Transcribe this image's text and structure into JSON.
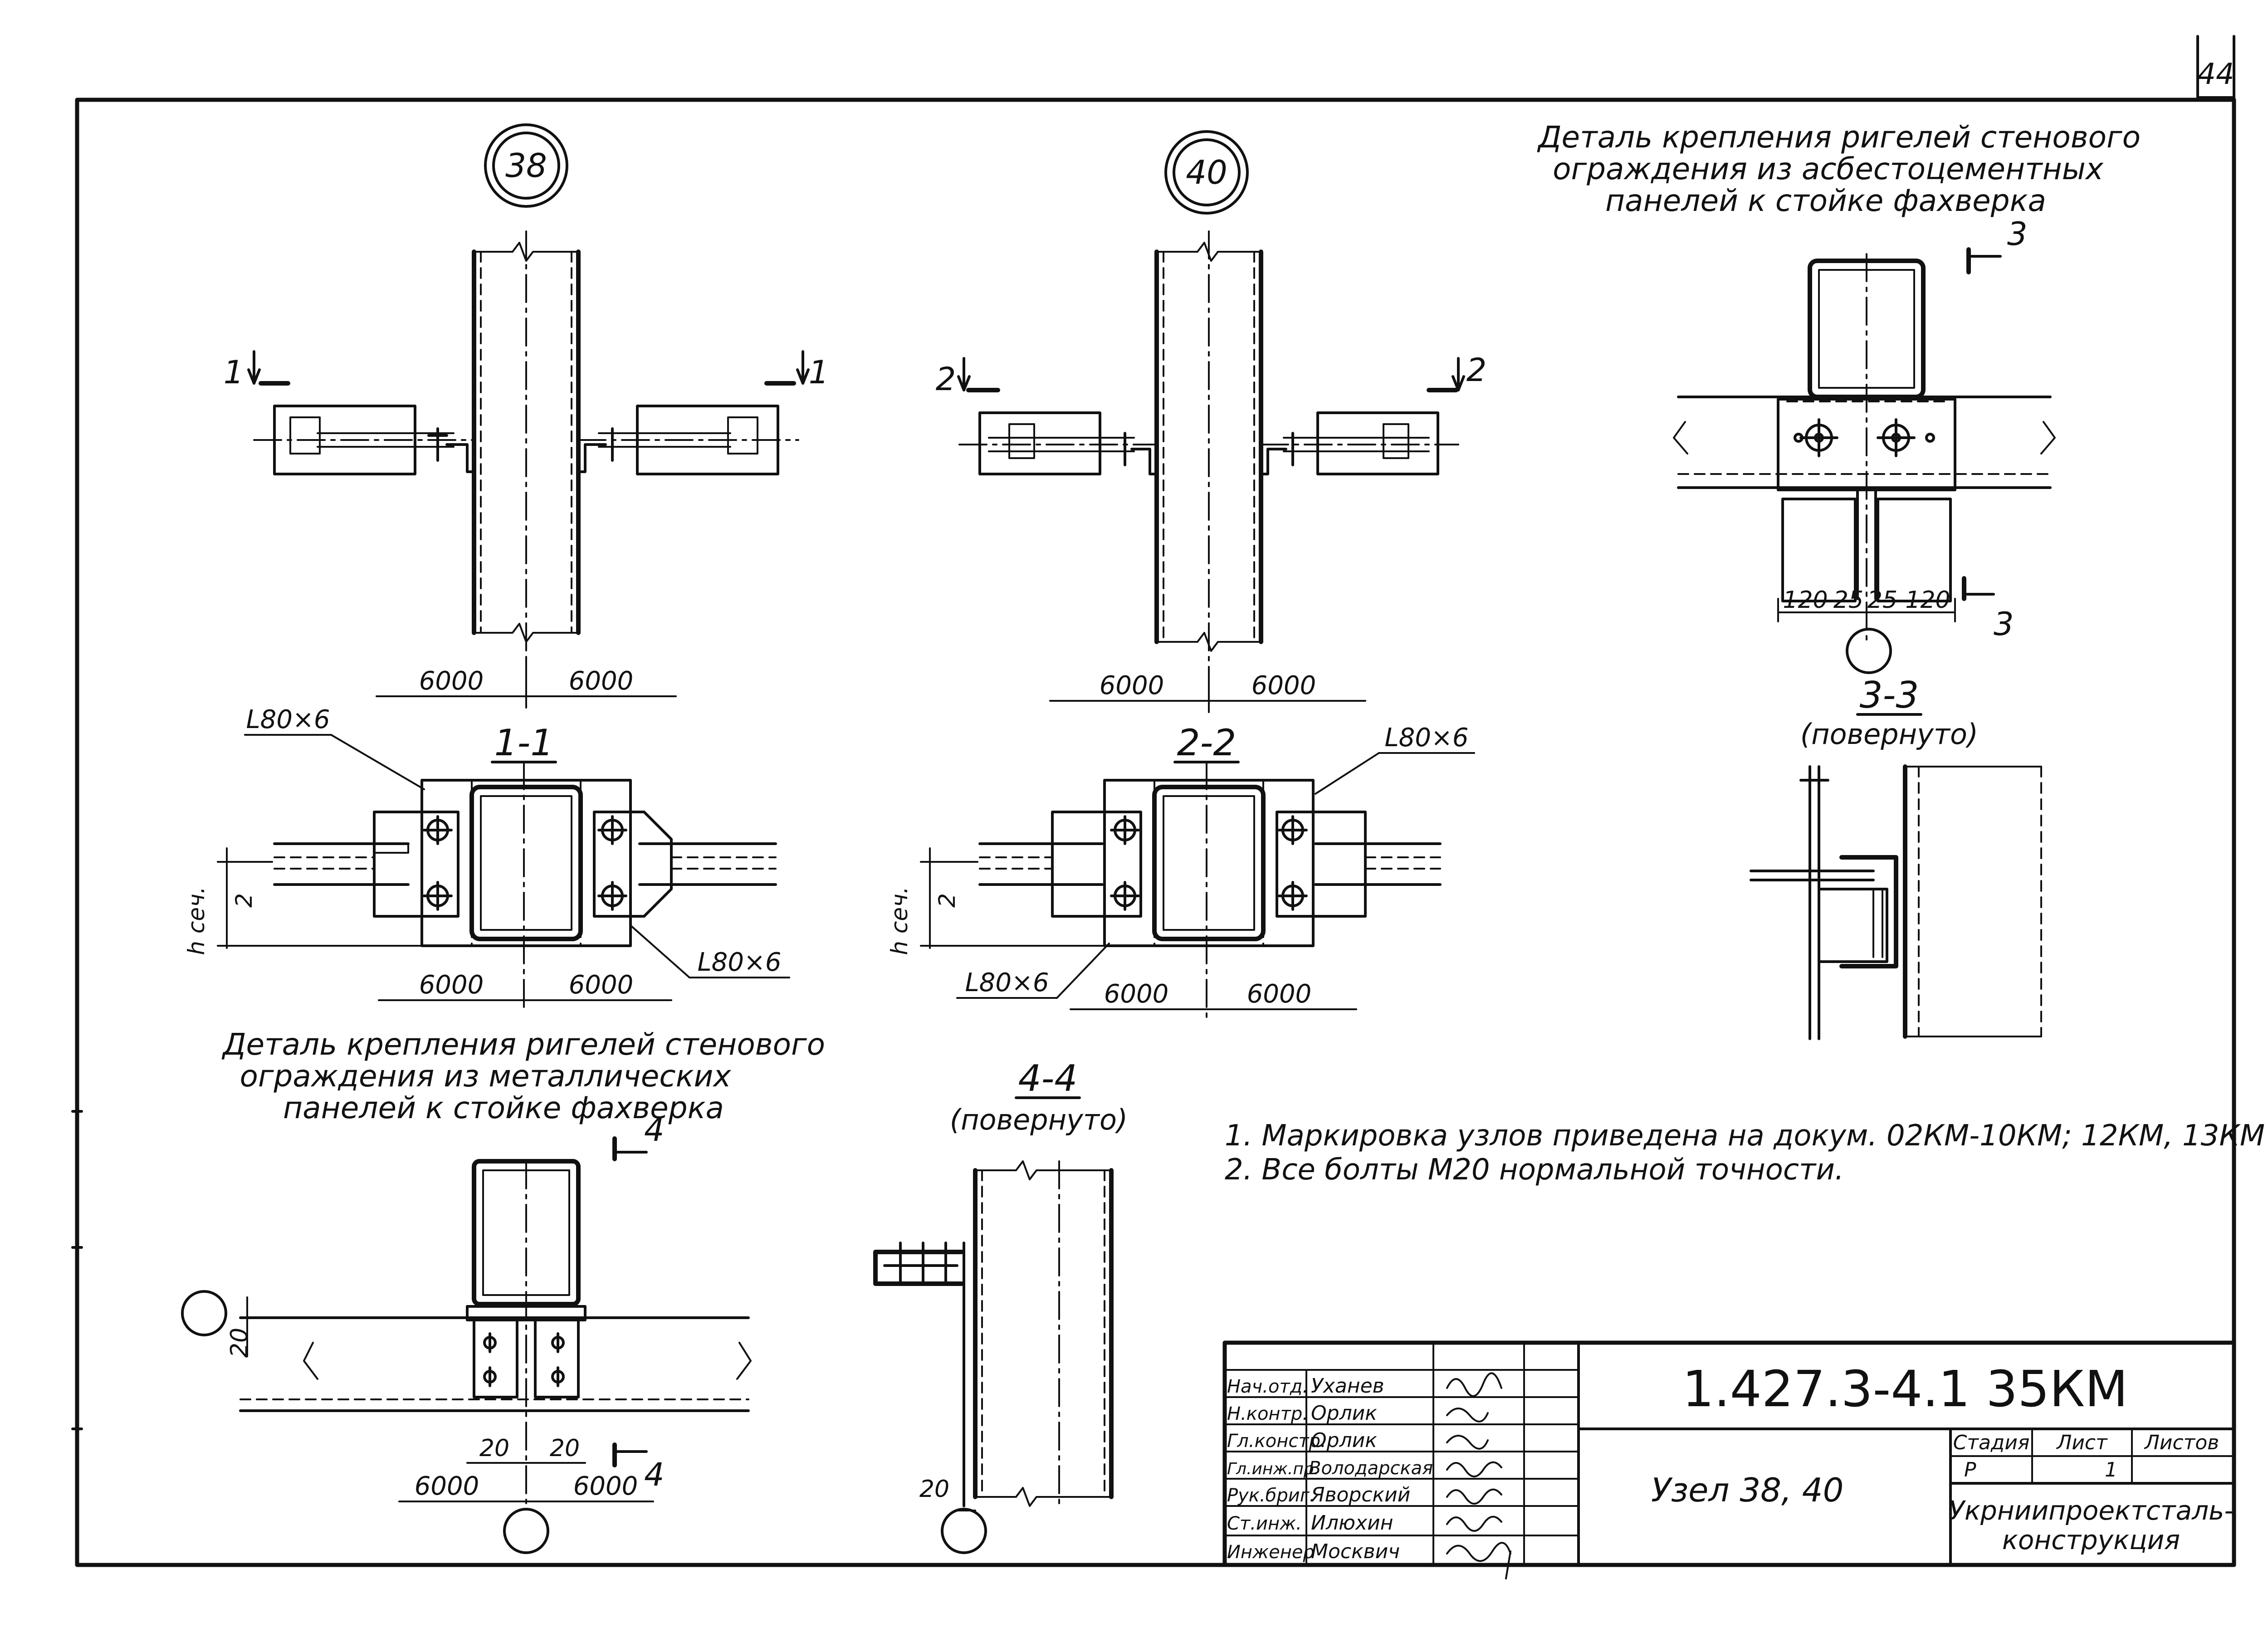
{
  "sheet_number": "44",
  "nodes": {
    "node38": "38",
    "node40": "40"
  },
  "detail_asbestos_title": [
    "Деталь крепления ригелей стенового",
    "ограждения из асбестоцементных",
    "панелей к стойке фахверка"
  ],
  "detail_metal_title": [
    "Деталь крепления ригелей стенового",
    "ограждения из металлических",
    "панелей к стойке фахверка"
  ],
  "section_marks": {
    "s1": "1",
    "s2": "2",
    "s3": "3",
    "s4": "4"
  },
  "section_titles": {
    "sec11": "1-1",
    "sec22": "2-2",
    "sec33": "3-3",
    "sec33_note": "(повернуто)",
    "sec44": "4-4",
    "sec44_note": "(повернуто)"
  },
  "dimensions": {
    "d6000": "6000",
    "d120": "120",
    "d25": "25",
    "d20": "20",
    "angle": "L80×6",
    "hsec": "h сеч.",
    "hsec_div": "2"
  },
  "notes": [
    "1. Маркировка узлов приведена на докум. 02КМ-10КМ; 12КМ, 13КМ",
    "2. Все болты М20 нормальной точности."
  ],
  "title_block": {
    "doc_code": "1.427.3-4.1   35КМ",
    "title": "Узел 38, 40",
    "org": [
      "Укрниипроектсталь-",
      "конструкция"
    ],
    "stage_label": "Стадия",
    "sheet_label": "Лист",
    "sheets_label": "Листов",
    "stage_value": "Р",
    "sheet_value": "1",
    "sheets_value": "",
    "roles": [
      {
        "role": "Нач.отд.",
        "name": "Уханев"
      },
      {
        "role": "Н.контр.",
        "name": "Орлик"
      },
      {
        "role": "Гл.констр.",
        "name": "Орлик"
      },
      {
        "role": "Гл.инж.пр.",
        "name": "Володарская"
      },
      {
        "role": "Рук.бриг.",
        "name": "Яворский"
      },
      {
        "role": "Ст.инж.",
        "name": "Илюхин"
      },
      {
        "role": "Инженер",
        "name": "Москвич"
      }
    ]
  }
}
